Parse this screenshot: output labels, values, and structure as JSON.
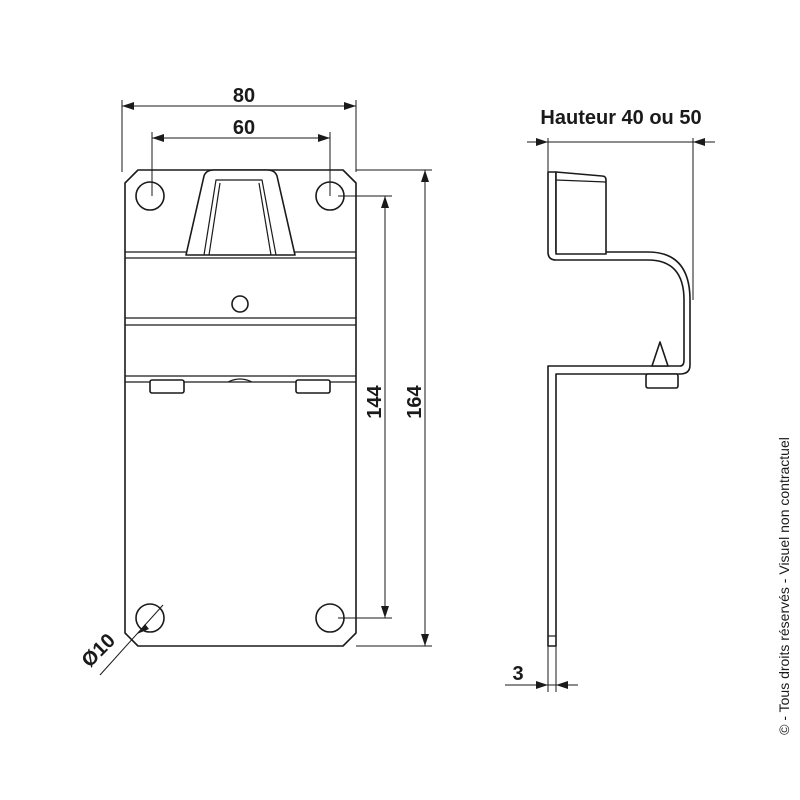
{
  "front_view": {
    "width_overall": "80",
    "hole_spacing_horizontal": "60",
    "hole_spacing_vertical": "144",
    "height_overall": "164",
    "hole_diameter": "Ø10"
  },
  "side_view": {
    "height_note": "Hauteur 40 ou 50",
    "thickness": "3"
  },
  "copyright_note": "© - Tous droits réservés - Visuel non contractuel"
}
